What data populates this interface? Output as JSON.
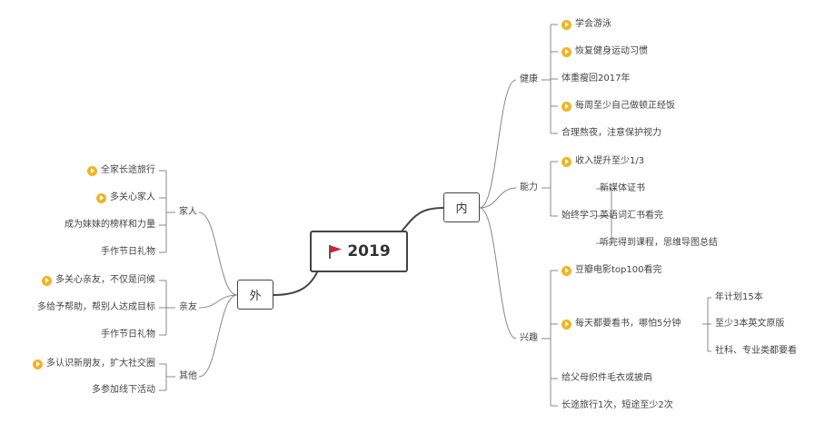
{
  "root": {
    "label": "2019",
    "icon": "red-flag-icon"
  },
  "inner": {
    "label": "内",
    "branches": [
      {
        "label": "健康",
        "items": [
          {
            "label": "学会游泳",
            "flag": true
          },
          {
            "label": "恢复健身运动习惯",
            "flag": true
          },
          {
            "label": "体重瘦回2017年",
            "flag": false
          },
          {
            "label": "每周至少自己做顿正经饭",
            "flag": true
          },
          {
            "label": "合理熬夜，注意保护视力",
            "flag": false
          }
        ]
      },
      {
        "label": "能力",
        "items": [
          {
            "label": "收入提升至少1/3",
            "flag": true
          },
          {
            "label": "始终学习",
            "flag": false,
            "children": [
              "新媒体证书",
              "英语词汇书看完",
              "听完得到课程，思维导图总结"
            ]
          }
        ]
      },
      {
        "label": "兴趣",
        "items": [
          {
            "label": "豆瓣电影top100看完",
            "flag": true
          },
          {
            "label": "每天都要看书，哪怕5分钟",
            "flag": true,
            "children": [
              "年计划15本",
              "至少3本英文原版",
              "社科、专业类都要看"
            ]
          },
          {
            "label": "给父母织件毛衣或披肩",
            "flag": false
          },
          {
            "label": "长途旅行1次，短途至少2次",
            "flag": false
          }
        ]
      }
    ]
  },
  "outer": {
    "label": "外",
    "branches": [
      {
        "label": "家人",
        "items": [
          {
            "label": "全家长途旅行",
            "flag": true
          },
          {
            "label": "多关心家人",
            "flag": true
          },
          {
            "label": "成为妹妹的榜样和力量",
            "flag": false
          },
          {
            "label": "手作节日礼物",
            "flag": false
          }
        ]
      },
      {
        "label": "亲友",
        "items": [
          {
            "label": "多关心亲友，不仅是问候",
            "flag": true
          },
          {
            "label": "多给予帮助，帮别人达成目标",
            "flag": false
          },
          {
            "label": "手作节日礼物",
            "flag": false
          }
        ]
      },
      {
        "label": "其他",
        "items": [
          {
            "label": "多认识新朋友，扩大社交圈",
            "flag": true
          },
          {
            "label": "多参加线下活动",
            "flag": false
          }
        ]
      }
    ]
  },
  "colors": {
    "line": "#444444",
    "thin_line": "#888888",
    "flag_badge": "#f0b323",
    "root_flag": "#d0232a"
  }
}
